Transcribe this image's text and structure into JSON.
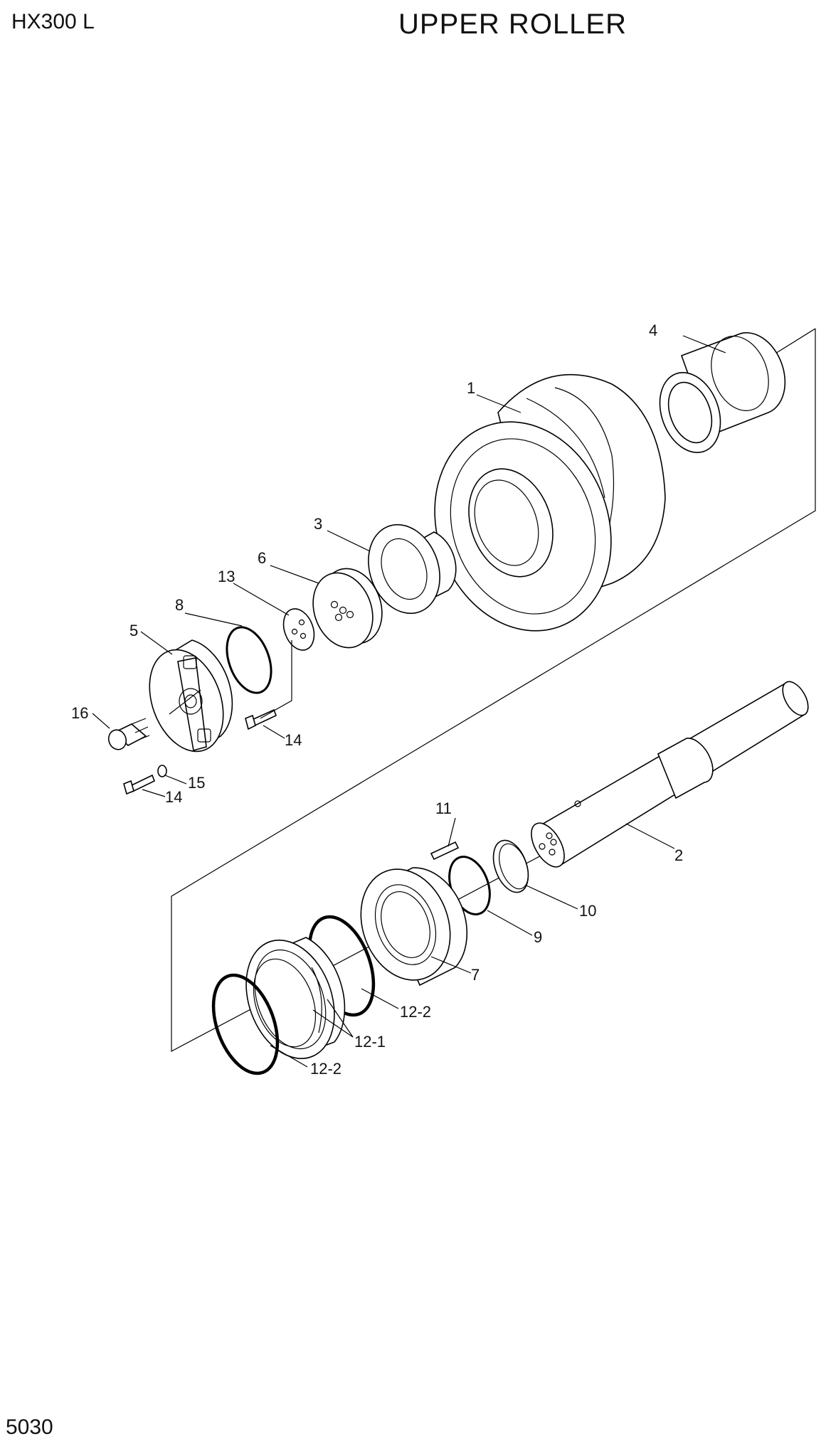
{
  "header": {
    "model": "HX300 L",
    "title": "UPPER ROLLER"
  },
  "footer": {
    "page_number": "5030"
  },
  "callouts": {
    "c1": "1",
    "c2": "2",
    "c3": "3",
    "c4": "4",
    "c5": "5",
    "c6": "6",
    "c7": "7",
    "c8": "8",
    "c9": "9",
    "c10": "10",
    "c11": "11",
    "c12_1": "12-1",
    "c12_2a": "12-2",
    "c12_2b": "12-2",
    "c13": "13",
    "c14a": "14",
    "c14b": "14",
    "c15": "15",
    "c16": "16"
  }
}
